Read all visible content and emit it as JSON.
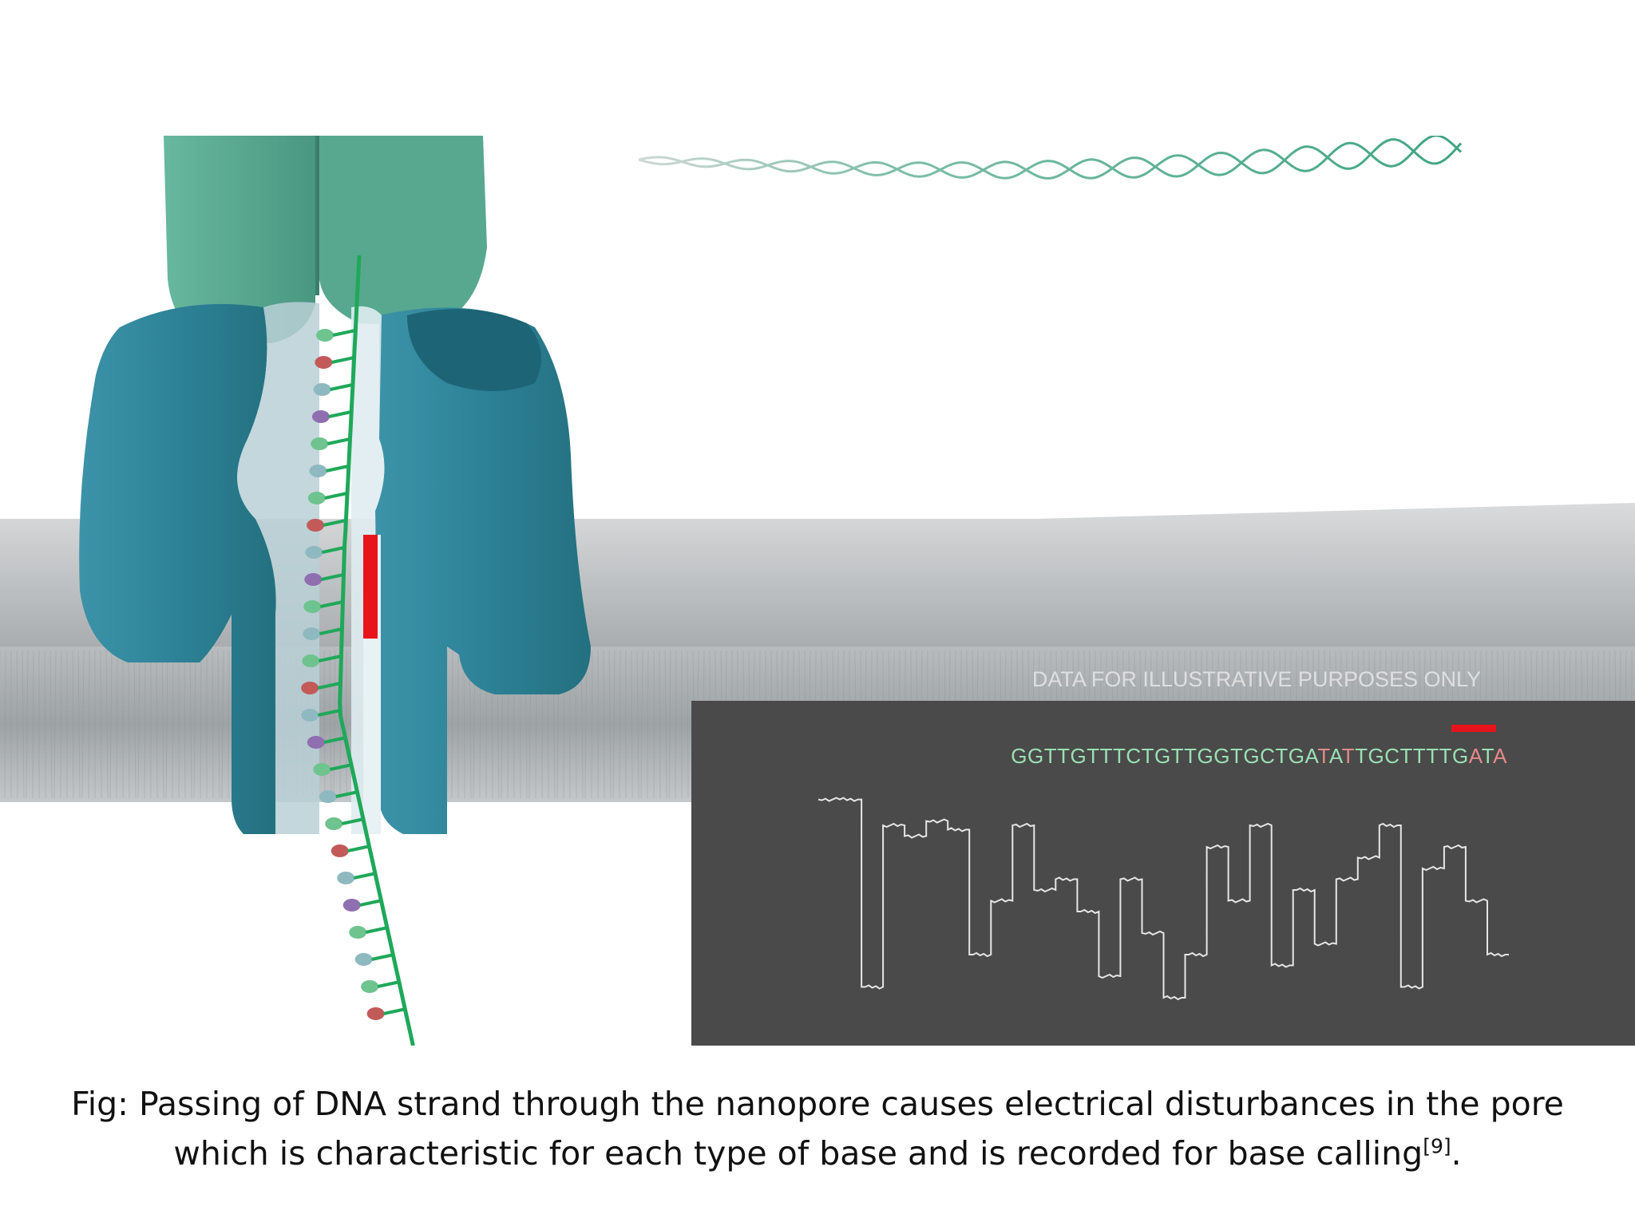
{
  "figure": {
    "disclaimer": "DATA FOR ILLUSTRATIVE PURPOSES ONLY",
    "sequence": [
      {
        "text": "GGTTGTTTCTGTTGGTGCTGA",
        "color": "#9be0b4"
      },
      {
        "text": "T",
        "color": "#e58a8a"
      },
      {
        "text": "A",
        "color": "#9be0b4"
      },
      {
        "text": "T",
        "color": "#e58a8a"
      },
      {
        "text": "TGCTTTTG",
        "color": "#9be0b4"
      },
      {
        "text": "A",
        "color": "#e58a8a"
      },
      {
        "text": "T",
        "color": "#9be0b4"
      },
      {
        "text": "A",
        "color": "#e58a8a"
      }
    ],
    "colors": {
      "pore": "#2d8297",
      "motor_protein": "#58a88f",
      "dna_backbone": "#1fa85a",
      "highlight": "#e8141b",
      "panel_background": "#4a4a4a",
      "signal_trace": "#e6e6e6"
    },
    "signal_levels": [
      0.08,
      0.08,
      0.95,
      0.2,
      0.25,
      0.18,
      0.22,
      0.8,
      0.55,
      0.2,
      0.5,
      0.45,
      0.6,
      0.9,
      0.45,
      0.7,
      1.0,
      0.8,
      0.3,
      0.55,
      0.2,
      0.85,
      0.5,
      0.75,
      0.45,
      0.35,
      0.2,
      0.95,
      0.4,
      0.3,
      0.55,
      0.8
    ]
  },
  "caption": {
    "line1": "Fig: Passing of DNA strand through the nanopore causes electrical disturbances in the pore",
    "line2": "which is characteristic for each type of base and is recorded for base calling",
    "reference": "[9]",
    "period": "."
  }
}
